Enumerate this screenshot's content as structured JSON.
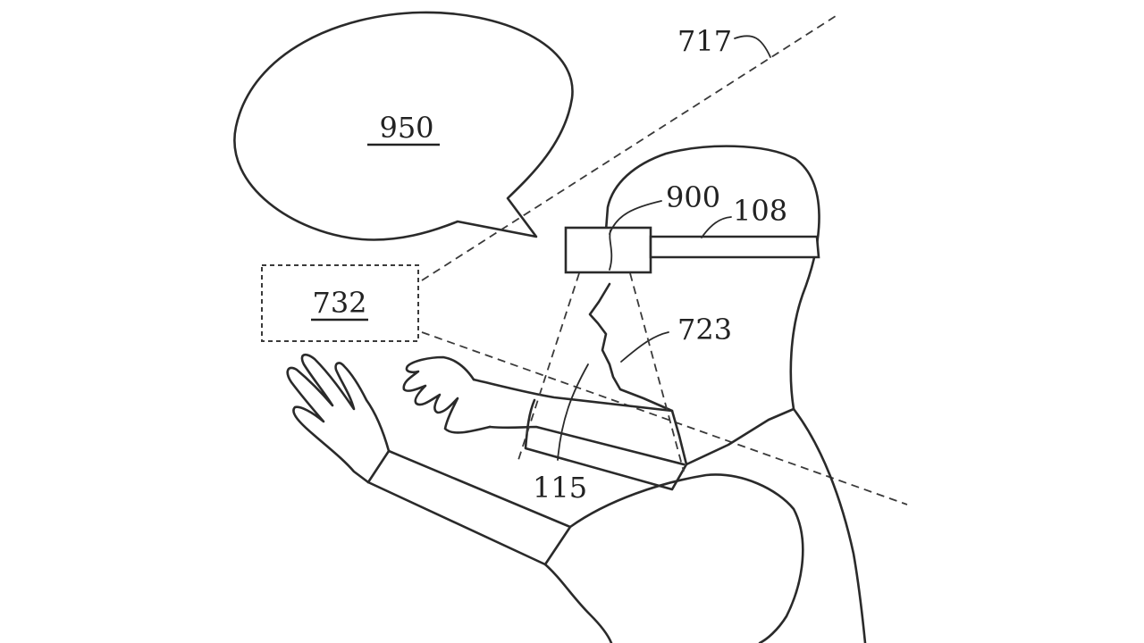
{
  "labels": {
    "bubble": "950",
    "virtual_object": "732",
    "field_of_view": "717",
    "device": "900",
    "strap": "108",
    "head": "723",
    "sensor": "115"
  },
  "colors": {
    "line": "#2a2a2a",
    "background": "#ffffff"
  }
}
